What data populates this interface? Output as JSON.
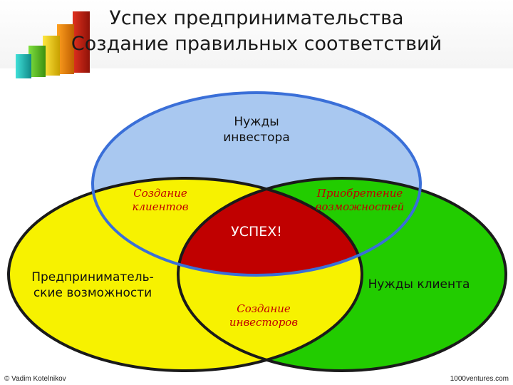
{
  "header": {
    "title_line1": "Успех предпринимательства",
    "title_line2": "Создание правильных соответствий"
  },
  "diagram": {
    "circles": [
      {
        "name": "top",
        "label_line1": "Нужды",
        "label_line2": "инвестора",
        "fill": "#a9c8f0",
        "stroke": "#3a6fd8"
      },
      {
        "name": "left",
        "label_line1": "Предприниматель-",
        "label_line2": "ские возможности",
        "fill": "#f7f200",
        "stroke": "#222222"
      },
      {
        "name": "right",
        "label_line1": "Нужды клиента",
        "fill": "#22cc00",
        "stroke": "#222222"
      }
    ],
    "overlaps": {
      "top_left_line1": "Создание",
      "top_left_line2": "клиентов",
      "top_right_line1": "Приобретение",
      "top_right_line2": "возможностей",
      "left_right_line1": "Создание",
      "left_right_line2": "инвесторов",
      "center": "УСПЕХ!"
    },
    "colors": {
      "center": "#c00000",
      "overlap_text": "#c00000"
    }
  },
  "footer": {
    "left": "© Vadim Kotelnikov",
    "right": "1000ventures.com"
  }
}
